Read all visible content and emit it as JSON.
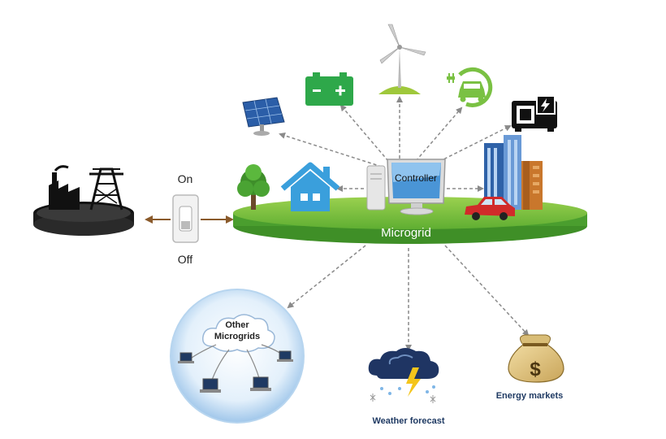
{
  "switch": {
    "on_label": "On",
    "off_label": "Off"
  },
  "microgrid": {
    "label": "Microgrid",
    "controller_label": "Controller"
  },
  "other_microgrids": {
    "line1": "Other",
    "line2": "Microgrids"
  },
  "weather": {
    "label": "Weather forecast"
  },
  "energy": {
    "label": "Energy markets"
  },
  "colors": {
    "platform_green": "#4a9e2e",
    "platform_top": "#8cc63f",
    "battery_green": "#2ea84a",
    "ev_green": "#7ac143",
    "house_blue": "#3a9fdc",
    "arrow_gray": "#8a8a8a",
    "switch_arrow": "#8a5a2b"
  },
  "icons": [
    "solar-panel-icon",
    "battery-icon",
    "wind-turbine-icon",
    "ev-charger-icon",
    "generator-icon",
    "tree-icon",
    "house-icon",
    "controller-computer-icon",
    "city-buildings-icon",
    "car-icon",
    "power-plant-icon",
    "switch-icon",
    "laptop-icon",
    "cloud-icon",
    "storm-cloud-icon",
    "money-bag-icon"
  ]
}
